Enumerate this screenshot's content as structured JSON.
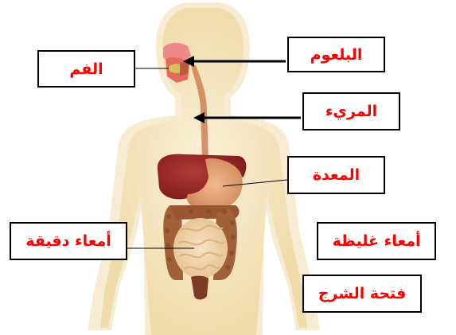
{
  "colors": {
    "label_text": "#ff0000",
    "label_border": "#000000",
    "body_glow": "#f5e6c0",
    "liver": "#8e1f1e",
    "intestine": "#e9c99b",
    "colon": "#a1603a",
    "esophagus": "#d59066"
  },
  "labels": {
    "mouth": "الفم",
    "pharynx": "البلعوم",
    "esophagus": "المريء",
    "stomach": "المعدة",
    "small_intestine": "أمعاء دقيقة",
    "large_intestine": "أمعاء غليظة",
    "anus": "فتحة الشرج"
  }
}
